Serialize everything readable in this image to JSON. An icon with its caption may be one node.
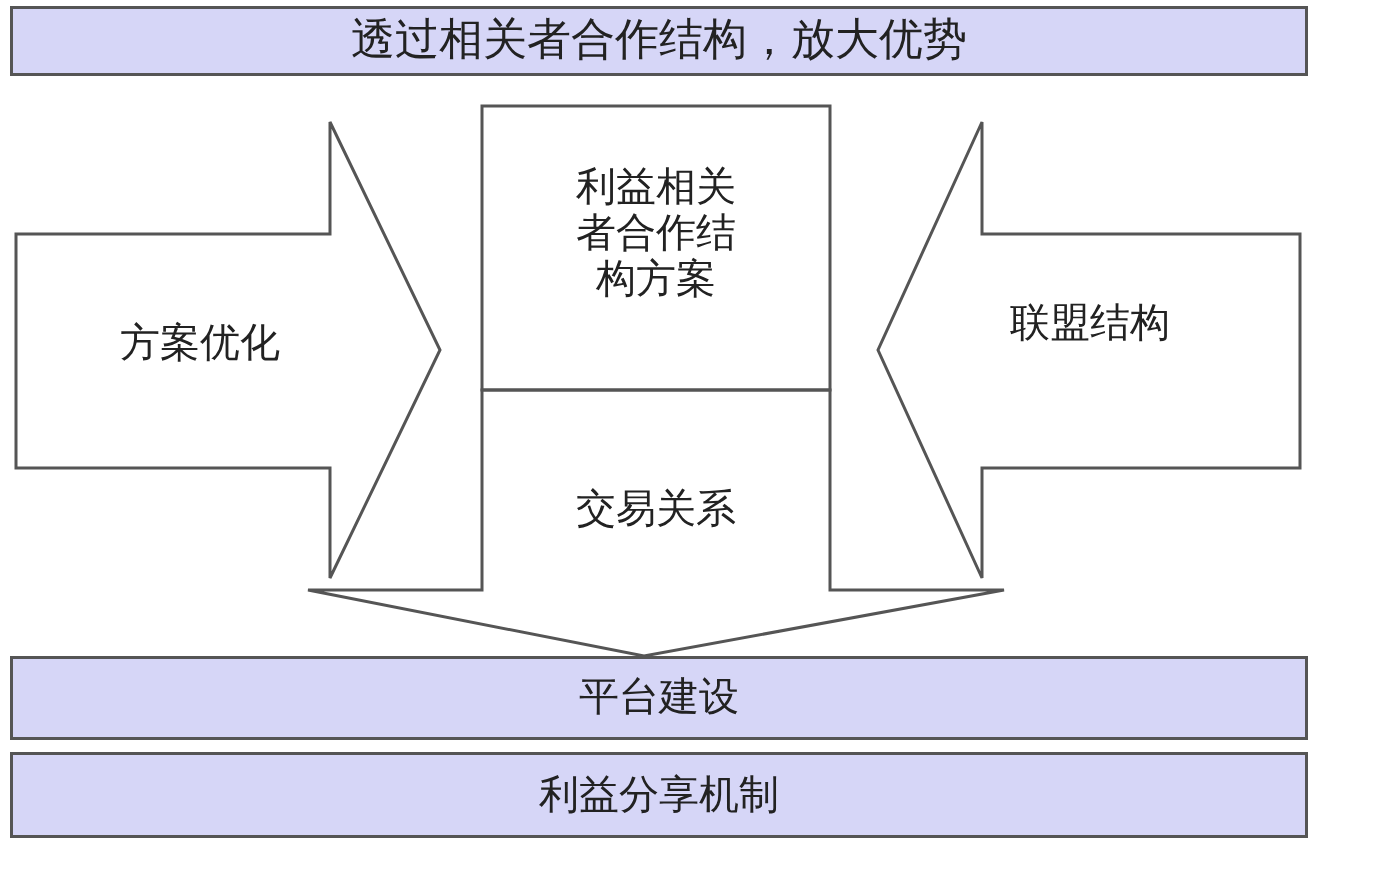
{
  "diagram": {
    "nodes": [
      {
        "text": [
          "透过相关者合作结构，放大优势"
        ]
      },
      {
        "text": [
          "方案优化"
        ]
      },
      {
        "text": [
          "利益相关者合作结构方案"
        ]
      },
      {
        "text": [
          "交易关系"
        ]
      },
      {
        "text": [
          "联盟结构"
        ]
      },
      {
        "text": [
          "平台建设"
        ]
      },
      {
        "text": [
          "利益分享机制"
        ]
      }
    ]
  }
}
